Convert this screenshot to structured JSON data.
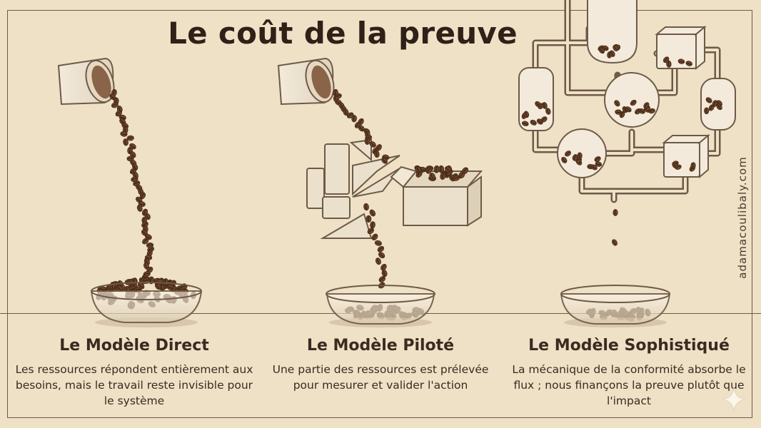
{
  "header": {
    "title": "Le coût de la preuve"
  },
  "columns": [
    {
      "title": "Le Modèle Direct",
      "description": "Les ressources répondent entièrement aux besoins, mais le travail reste invisible pour le système"
    },
    {
      "title": "Le Modèle Piloté",
      "description": "Une partie des ressources est prélevée pour mesurer et valider l'action"
    },
    {
      "title": "Le Modèle Sophistiqué",
      "description": "La mécanique de la conformité absorbe le flux ; nous finançons la preuve plutôt que l'impact"
    }
  ],
  "sidebar": {
    "url": "adamacoulibaly.com"
  },
  "colors": {
    "background": "#efe1c6",
    "ink": "#3a2a20",
    "bean": "#6b4428",
    "outline": "#6e5a48"
  },
  "icons": [
    "pouring-cup-icon",
    "coffee-bean-stream",
    "glass-bowl-icon",
    "tangram-blocks-icon",
    "cardboard-box-icon",
    "pipe-machine-icon",
    "sparkle-icon"
  ]
}
